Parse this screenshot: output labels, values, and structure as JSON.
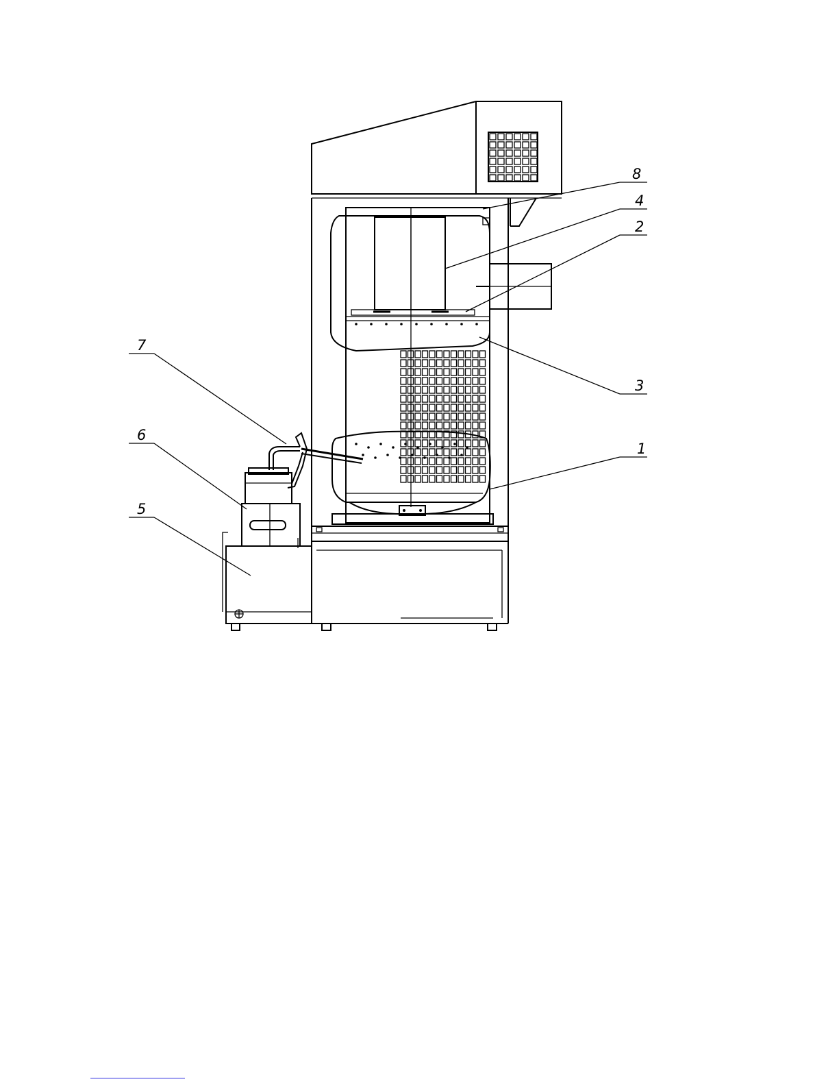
{
  "labels": [
    {
      "id": "1",
      "text": "1"
    },
    {
      "id": "2",
      "text": "2"
    },
    {
      "id": "3",
      "text": "3"
    },
    {
      "id": "4",
      "text": "4"
    },
    {
      "id": "5",
      "text": "5"
    },
    {
      "id": "6",
      "text": "6"
    },
    {
      "id": "7",
      "text": "7"
    },
    {
      "id": "8",
      "text": "8"
    }
  ],
  "colors": {
    "line": "#000000",
    "background": "#ffffff",
    "footer_rule": "#2a2ae0"
  }
}
